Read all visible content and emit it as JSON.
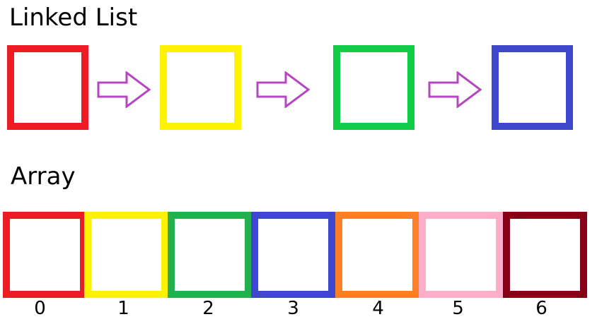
{
  "linked_list": {
    "title": "Linked List",
    "nodes": [
      {
        "color": "#ed1c24"
      },
      {
        "color": "#fff200"
      },
      {
        "color": "#10cc46"
      },
      {
        "color": "#3f48cc"
      }
    ],
    "arrow_color": "#b545c0"
  },
  "array": {
    "title": "Array",
    "cells": [
      {
        "color": "#ed1c24",
        "index": "0"
      },
      {
        "color": "#fff200",
        "index": "1"
      },
      {
        "color": "#22b14c",
        "index": "2"
      },
      {
        "color": "#3f48cc",
        "index": "3"
      },
      {
        "color": "#ff7f27",
        "index": "4"
      },
      {
        "color": "#ffaec9",
        "index": "5"
      },
      {
        "color": "#880015",
        "index": "6"
      }
    ]
  }
}
